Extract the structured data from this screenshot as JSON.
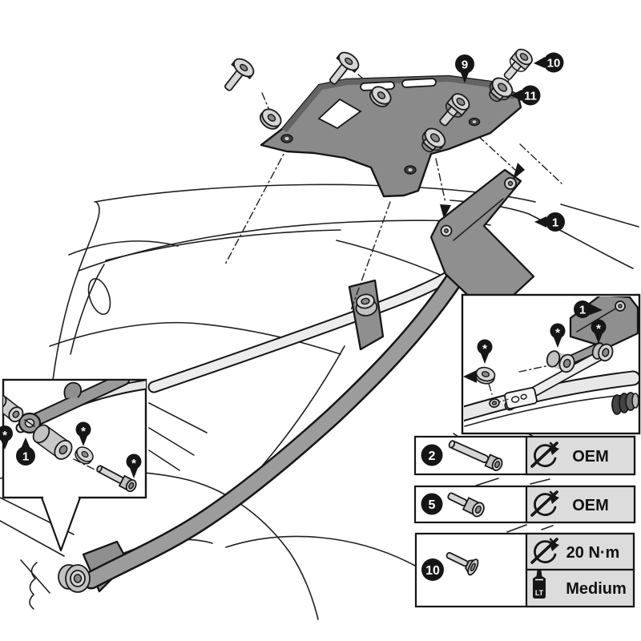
{
  "callouts": {
    "top_plate": "9",
    "top_bolt": "10",
    "top_spacer": "11",
    "side_bracket_main": "1",
    "inset_left_bracket": "1",
    "inset_right_bracket": "1",
    "small_marker": "*"
  },
  "parts_table": {
    "rows": [
      {
        "callout": "2",
        "spec": "OEM"
      },
      {
        "callout": "5",
        "spec": "OEM"
      },
      {
        "callout": "10",
        "torque": "20 N·m",
        "threadlocker": "Medium",
        "bottle_label": "LT"
      }
    ]
  }
}
